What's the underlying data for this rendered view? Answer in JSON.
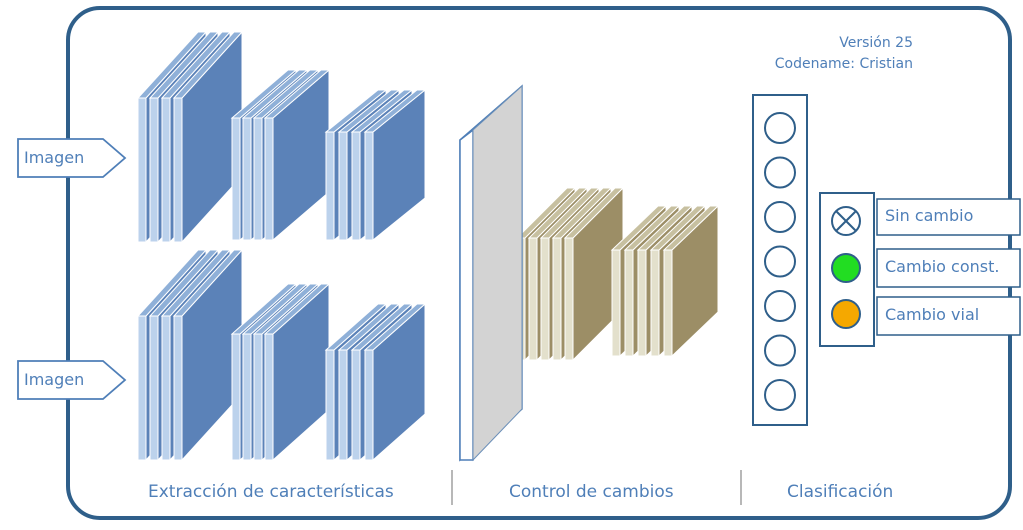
{
  "version": {
    "line1": "Versión 25",
    "line2": "Codename: Cristian"
  },
  "inputs": [
    {
      "label": "Imagen"
    },
    {
      "label": "Imagen"
    }
  ],
  "sections": {
    "feature_extraction": "Extracción de características",
    "change_control": "Control de cambios",
    "classification": "Clasificación"
  },
  "outputs": [
    {
      "label": "Sin cambio",
      "icon": "crossed-circle-icon",
      "color": "#ffffff"
    },
    {
      "label": "Cambio const.",
      "icon": "green-circle-icon",
      "color": "#22dd22"
    },
    {
      "label": "Cambio vial",
      "icon": "orange-circle-icon",
      "color": "#f5a800"
    }
  ],
  "colors": {
    "frame": "#2f5f8a",
    "blue_layer": "#5b82b8",
    "blue_layer_light": "#bcd2ec",
    "tan_layer": "#9c8e66",
    "tan_layer_light": "#e3e0cc",
    "gray_bar": "#d0d0d0",
    "text": "#4f7fb8"
  }
}
